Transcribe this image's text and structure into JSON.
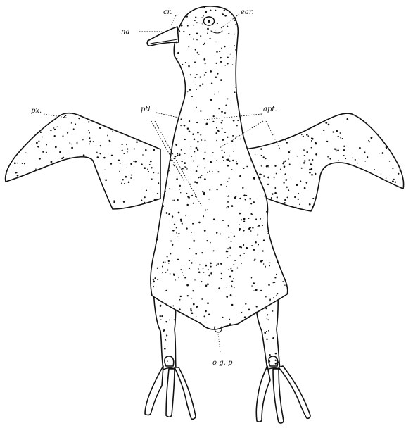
{
  "figure": {
    "subject": "Diagram of a bird showing pterylae (feather tracts) and apteria",
    "labels": {
      "cr": "cr.",
      "ear": "ear.",
      "na": "na",
      "px": "px.",
      "ptl": "ptl",
      "apt": "apt.",
      "ogp": "o g. p"
    }
  },
  "colors": {
    "ink": "#111111",
    "paper": "#ffffff"
  }
}
